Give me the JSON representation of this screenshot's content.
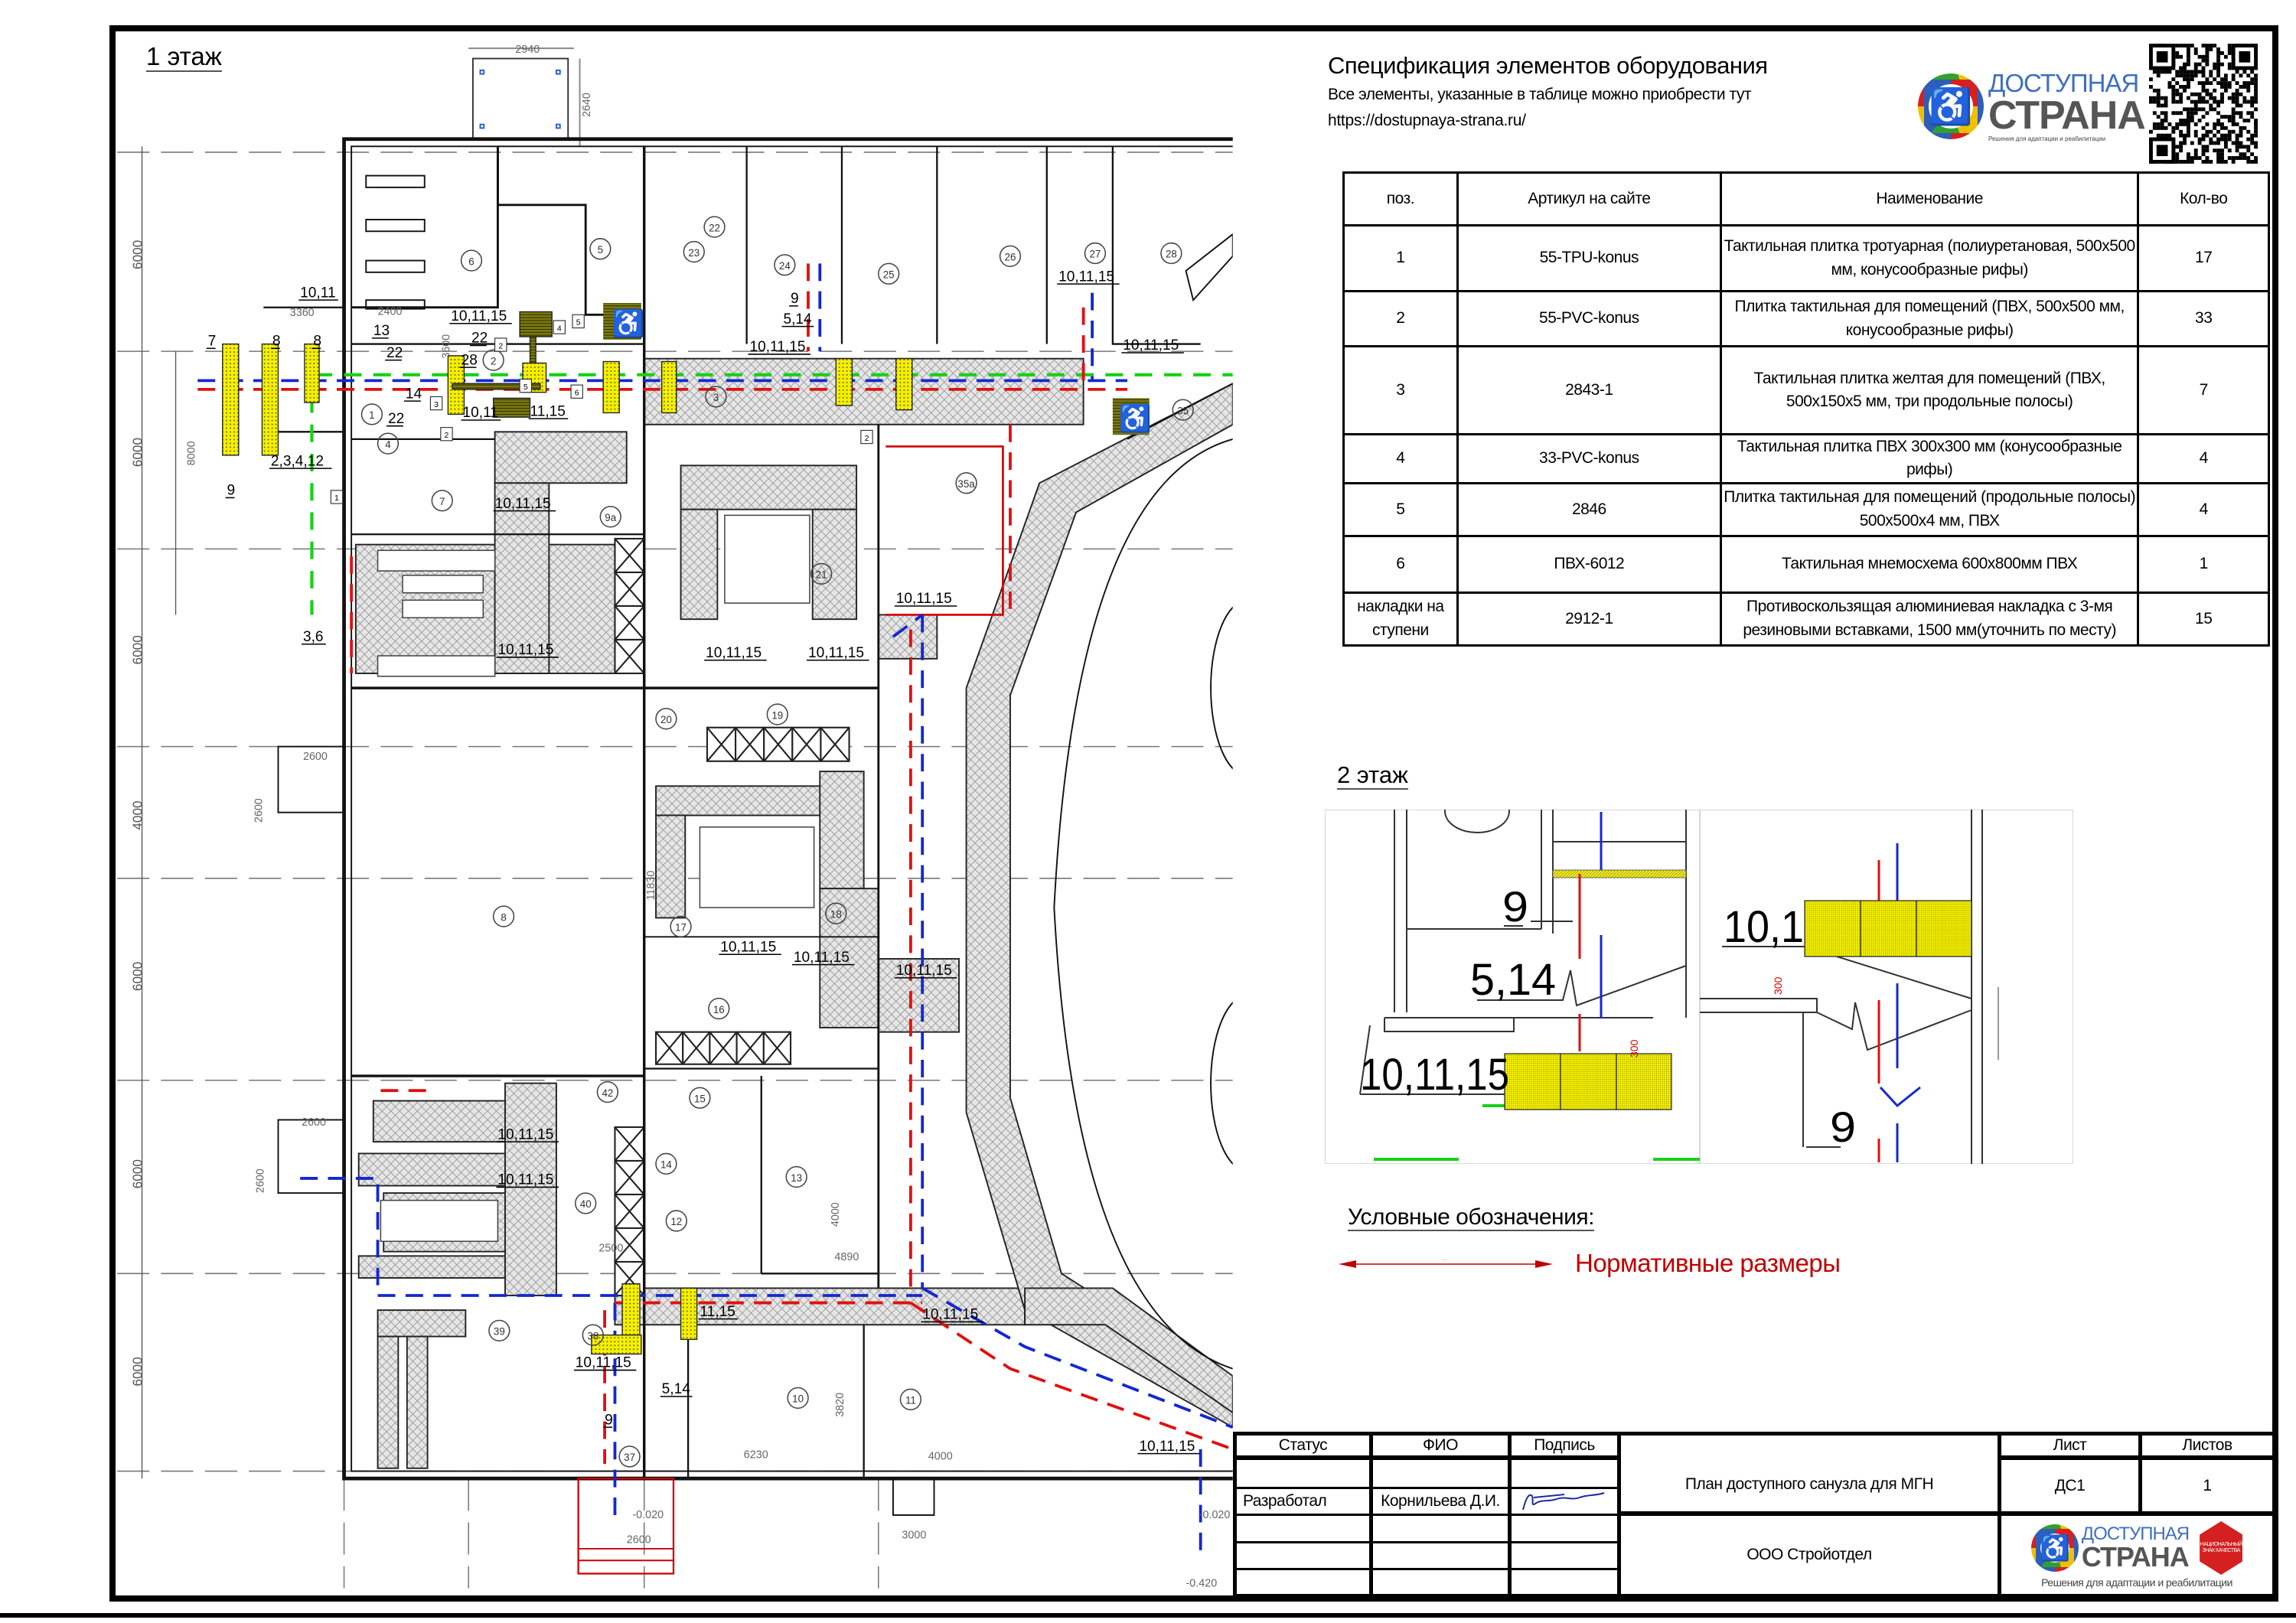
{
  "plan": {
    "title": "1 этаж",
    "axis_dims": [
      "6000",
      "6000",
      "6000",
      "4000",
      "6000",
      "6000",
      "6000"
    ],
    "rooms": [
      "6",
      "5",
      "22",
      "23",
      "24",
      "25",
      "26",
      "27",
      "28",
      "2",
      "3",
      "1",
      "4",
      "35",
      "35а",
      "7",
      "9а",
      "21",
      "20",
      "19",
      "18",
      "17",
      "16",
      "8",
      "42",
      "15",
      "40",
      "14",
      "12",
      "13",
      "39",
      "38",
      "37",
      "10",
      "11"
    ],
    "labels": [
      "10,11",
      "13",
      "22",
      "7",
      "8",
      "8",
      "9",
      "2,3,4,12",
      "14",
      "22",
      "10,11,15",
      "22",
      "28",
      "10,11",
      "11,15",
      "9",
      "5,14",
      "10,11,15",
      "10,11,15",
      "10,11,15",
      "10,11,15",
      "10,11,15",
      "10,11,15",
      "10,11,15",
      "10,11,15",
      "10,11,15",
      "10,11,15",
      "10,11,15",
      "10,11,15",
      "10,11,15",
      "11,15",
      "10,11,15",
      "10,11,15",
      "5,14",
      "9",
      "10,11,15",
      "3,6"
    ],
    "dims": [
      "2940",
      "2640",
      "3360",
      "2400",
      "3600",
      "8000",
      "2600",
      "2600",
      "2600",
      "2600",
      "11830",
      "6230",
      "4000",
      "3000",
      "2600",
      "3820",
      "4890",
      "2500",
      "4000",
      "-0.020",
      "-0.020",
      "-0.420"
    ],
    "markers": [
      "1",
      "2",
      "3",
      "4",
      "5",
      "5",
      "6",
      "2",
      "2"
    ]
  },
  "spec": {
    "title": "Спецификация элементов оборудования",
    "subtitle": "Все элементы, указанные в таблице можно приобрести тут",
    "url": "https://dostupnaya-strana.ru/",
    "logo": {
      "line1": "ДОСТУПНАЯ",
      "line2": "СТРАНА",
      "tagline": "Решения для адаптации и реабилитации"
    },
    "table": {
      "headers": [
        "поз.",
        "Артикул на сайте",
        "Наименование",
        "Кол-во"
      ],
      "rows": [
        {
          "pos": "1",
          "sku": "55-TPU-konus",
          "name": "Тактильная плитка тротуарная (полиуретановая, 500х500 мм, конусообразные рифы)",
          "qty": "17"
        },
        {
          "pos": "2",
          "sku": "55-PVC-konus",
          "name": "Плитка тактильная для помещений (ПВХ, 500х500 мм, конусообразные рифы)",
          "qty": "33"
        },
        {
          "pos": "3",
          "sku": "2843-1",
          "name": "Тактильная плитка желтая для помещений (ПВХ, 500х150х5 мм, три продольные полосы)",
          "qty": "7"
        },
        {
          "pos": "4",
          "sku": "33-PVC-konus",
          "name": "Тактильная плитка ПВХ 300х300 мм (конусообразные рифы)",
          "qty": "4"
        },
        {
          "pos": "5",
          "sku": "2846",
          "name": "Плитка тактильная для помещений (продольные полосы) 500х500х4 мм, ПВХ",
          "qty": "4"
        },
        {
          "pos": "6",
          "sku": "ПВХ-6012",
          "name": "Тактильная мнемосхема 600х800мм ПВХ",
          "qty": "1"
        },
        {
          "pos": "накладки на ступени",
          "sku": "2912-1",
          "name": "Противоскользящая алюминиевая накладка с 3-мя резиновыми вставками, 1500 мм(уточнить по месту)",
          "qty": "15"
        }
      ]
    }
  },
  "floor2": {
    "title": "2 этаж",
    "labels": [
      "9",
      "5,14",
      "10,11,15",
      "10,1",
      "9",
      "300",
      "300"
    ]
  },
  "legend": {
    "title": "Условные обозначения:",
    "item": "Нормативные размеры",
    "color": "#c00000"
  },
  "title_block": {
    "status_header": "Статус",
    "name_header": "ФИО",
    "signature_header": "Подпись",
    "status": "Разработал",
    "name": "Корнильева Д.И.",
    "drawing_title": "План доступного санузла для МГН",
    "company": "ООО Стройотдел",
    "sheet_header": "Лист",
    "sheets_header": "Листов",
    "sheet": "ДС1",
    "sheets": "1",
    "logo": {
      "line1": "ДОСТУПНАЯ",
      "line2": "СТРАНА",
      "tagline": "Решения для адаптации и реабилитации",
      "badge": "НАЦИОНАЛЬНЫЙ ЗНАК КАЧЕСТВА"
    }
  }
}
